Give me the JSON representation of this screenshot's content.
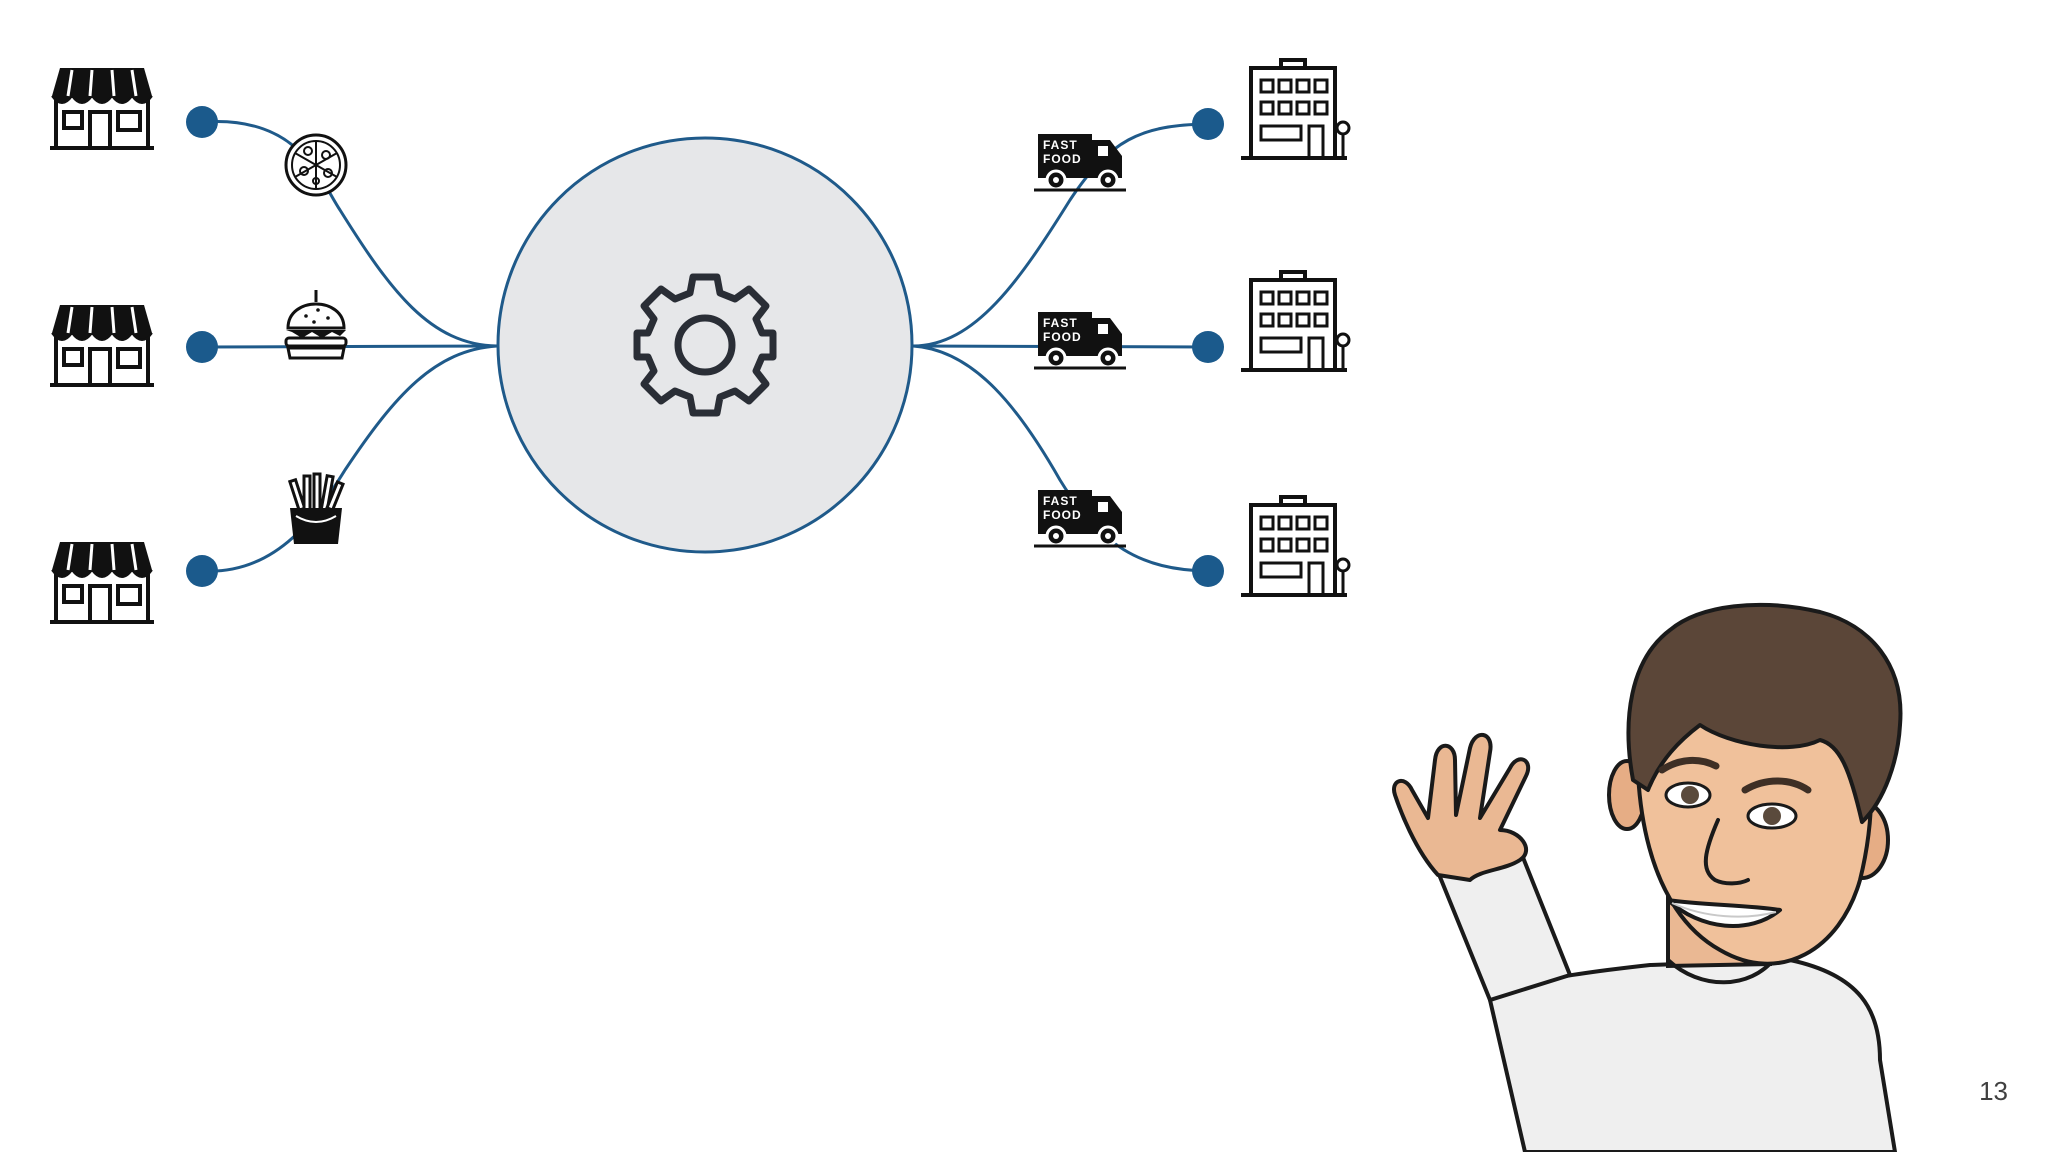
{
  "slide": {
    "number": "13"
  },
  "diagram": {
    "center_icon": "gear-icon",
    "left_nodes": [
      {
        "icon": "storefront-icon",
        "item_icon": "pizza-icon"
      },
      {
        "icon": "storefront-icon",
        "item_icon": "burger-icon"
      },
      {
        "icon": "storefront-icon",
        "item_icon": "fries-icon"
      }
    ],
    "right_nodes": [
      {
        "icon": "office-building-icon",
        "vehicle_icon": "food-truck-icon"
      },
      {
        "icon": "office-building-icon",
        "vehicle_icon": "food-truck-icon"
      },
      {
        "icon": "office-building-icon",
        "vehicle_icon": "food-truck-icon"
      }
    ],
    "truck_label_line1": "FAST",
    "truck_label_line2": "FOOD",
    "colors": {
      "connector": "#1f5a8a",
      "node_dot": "#1b5a8c",
      "hub_fill": "#e6e7e9",
      "hub_stroke": "#1f5a8a",
      "icon": "#111111"
    }
  },
  "presenter": {
    "avatar": "waving-avatar"
  }
}
